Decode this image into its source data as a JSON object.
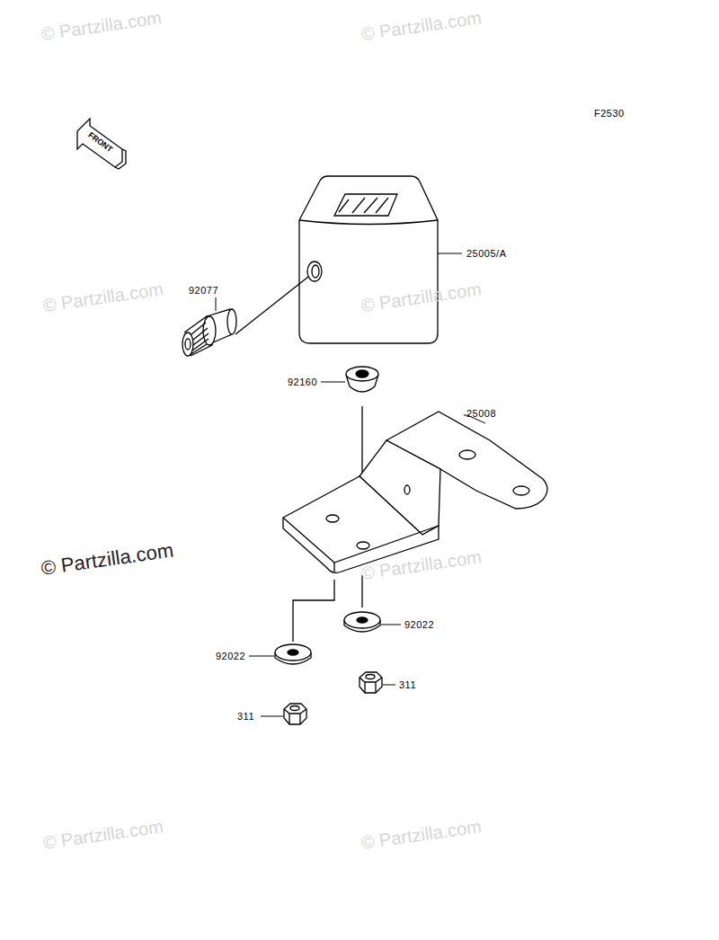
{
  "diagram": {
    "labels": [
      "© Partzilla.com",
      "© Partzilla.com",
      "© Partzilla.com",
      "© Partzilla.com",
      "© Partzilla.com",
      "© Partzilla.com",
      "© Partzilla.com",
      "© Partzilla.com",
      "F2530",
      "FRONT",
      "25005/A",
      "92077",
      "92160",
      "25008",
      "92022",
      "92022",
      "311",
      "311"
    ]
  }
}
